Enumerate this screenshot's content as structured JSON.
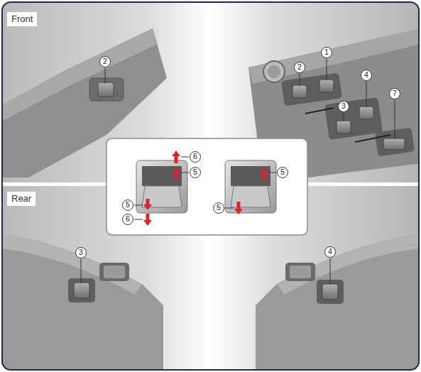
{
  "diagram": {
    "labels": [
      "Front",
      "2",
      "1",
      "2",
      "4",
      "3",
      "7",
      "6",
      "5",
      "5",
      "6",
      "5",
      "5",
      "Rear",
      "3",
      "4"
    ]
  }
}
